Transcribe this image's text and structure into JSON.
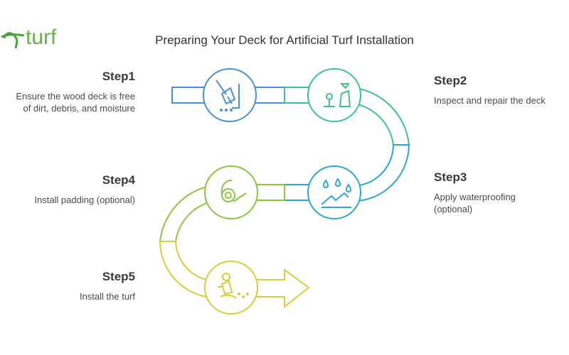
{
  "logo": {
    "text": "turf",
    "color": "#6ab04c"
  },
  "title": "Preparing Your Deck for Artificial Turf Installation",
  "steps": [
    {
      "heading": "Step1",
      "desc": "Ensure the wood deck is free of dirt, debris, and moisture",
      "color": "#4a90d9",
      "icon": "broom-icon"
    },
    {
      "heading": "Step2",
      "desc": "Inspect and repair the deck",
      "color": "#3cc48a",
      "icon": "inspector-icon"
    },
    {
      "heading": "Step3",
      "desc": "Apply waterproofing (optional)",
      "color": "#29a8d8",
      "icon": "water-drops-icon"
    },
    {
      "heading": "Step4",
      "desc": "Install padding (optional)",
      "color": "#8cc63f",
      "icon": "padding-roll-icon"
    },
    {
      "heading": "Step5",
      "desc": "Install the turf",
      "color": "#d4cf3a",
      "icon": "gardener-icon"
    }
  ]
}
